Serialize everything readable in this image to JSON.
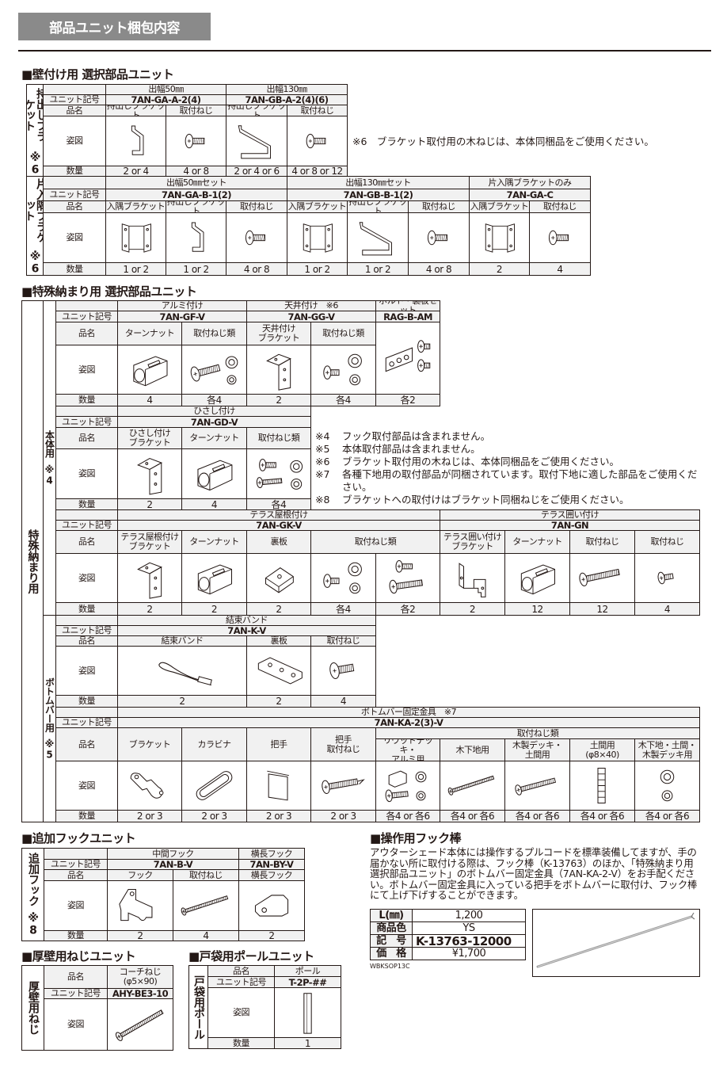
{
  "header": {
    "title": "部品ユニット梱包内容"
  },
  "labels": {
    "name": "品名",
    "code": "ユニット記号",
    "figure": "姿図",
    "qty": "数量"
  },
  "wall": {
    "title": "■壁付け用 選択部品ユニット",
    "note": "※6　ブラケット取付用の木ねじは、本体同梱品をご使用ください。",
    "projecting": {
      "side": "持出しブラケット",
      "side_note": "※6",
      "groups": [
        "出幅50㎜",
        "出幅130㎜"
      ],
      "codes": [
        "7AN-GA-A-2(4)",
        "7AN-GB-A-2(4)(6)"
      ],
      "items": [
        {
          "name": "持出しブラケット",
          "icon": "s-bracket-icon",
          "qty": "2 or 4"
        },
        {
          "name": "取付ねじ",
          "icon": "screw-icon",
          "qty": "4 or 8"
        },
        {
          "name": "持出しブラケット",
          "icon": "long-bracket-icon",
          "qty": "2 or 4 or 6"
        },
        {
          "name": "取付ねじ",
          "icon": "screw-icon",
          "qty": "4 or 8 or 12"
        }
      ]
    },
    "corner": {
      "side": "片入隅ブラケット",
      "side_note": "※6",
      "groups": [
        "出幅50㎜セット",
        "出幅130㎜セット",
        "片入隅ブラケットのみ"
      ],
      "codes": [
        "7AN-GA-B-1(2)",
        "7AN-GB-B-1(2)",
        "7AN-GA-C"
      ],
      "items": [
        {
          "name": "入隅ブラケット",
          "icon": "corner-bracket-icon",
          "qty": "1 or 2"
        },
        {
          "name": "持出しブラケット",
          "icon": "s-bracket-icon",
          "qty": "1 or 2"
        },
        {
          "name": "取付ねじ",
          "icon": "screw-icon",
          "qty": "4 or 8"
        },
        {
          "name": "入隅ブラケット",
          "icon": "corner-bracket-icon",
          "qty": "1 or 2"
        },
        {
          "name": "持出しブラケット",
          "icon": "long-bracket-icon",
          "qty": "1 or 2"
        },
        {
          "name": "取付ねじ",
          "icon": "screw-icon",
          "qty": "4 or 8"
        },
        {
          "name": "入隅ブラケット",
          "icon": "corner-bracket-icon",
          "qty": "2"
        },
        {
          "name": "取付ねじ",
          "icon": "screw-icon",
          "qty": "4"
        }
      ]
    }
  },
  "special": {
    "title": "■特殊納まり用 選択部品ユニット",
    "side": "特殊納まり用",
    "body_side": "本体用",
    "body_note": "※4",
    "bottom_side": "ボトムバー用",
    "bottom_note": "※5",
    "a": {
      "groups": [
        "アルミ付け",
        "天井付け　※6",
        "ボルト・裏板セット"
      ],
      "codes": [
        "7AN-GF-V",
        "7AN-GG-V",
        "RAG-B-AM"
      ],
      "items": [
        {
          "name": "ターンナット",
          "icon": "turn-nut-icon",
          "qty": "4"
        },
        {
          "name": "取付ねじ類",
          "icon": "screw-washer-icon",
          "qty": "各4"
        },
        {
          "name": "天井付け\nブラケット",
          "icon": "l-bracket-icon",
          "qty": "2"
        },
        {
          "name": "取付ねじ類",
          "icon": "short-screw-washer-icon",
          "qty": "各4"
        },
        {
          "name": "",
          "icon": "plate-bolt-icon",
          "qty": "各2"
        }
      ]
    },
    "b": {
      "groups": [
        "ひさし付け"
      ],
      "codes": [
        "7AN-GD-V"
      ],
      "items": [
        {
          "name": "ひさし付け\nブラケット",
          "icon": "l-bracket-icon",
          "qty": "2"
        },
        {
          "name": "ターンナット",
          "icon": "turn-nut-icon",
          "qty": "4"
        },
        {
          "name": "取付ねじ類",
          "icon": "screw-pair-washer-icon",
          "qty": "各4"
        }
      ]
    },
    "notes": [
      {
        "key": "※4",
        "text": "フック取付部品は含まれません。"
      },
      {
        "key": "※5",
        "text": "本体取付部品は含まれません。"
      },
      {
        "key": "※6",
        "text": "ブラケット取付用の木ねじは、本体同梱品をご使用ください。"
      },
      {
        "key": "※7",
        "text": "各種下地用の取付部品が同梱されています。取付下地に適した部品をご使用ください。"
      },
      {
        "key": "※8",
        "text": "ブラケットへの取付けはブラケット同梱ねじをご使用ください。"
      }
    ],
    "c": {
      "groups": [
        "テラス屋根付け",
        "テラス囲い付け"
      ],
      "codes": [
        "7AN-GK-V",
        "7AN-GN"
      ],
      "items": [
        {
          "name": "テラス屋根付け\nブラケット",
          "icon": "l-bracket-icon",
          "qty": "2"
        },
        {
          "name": "ターンナット",
          "icon": "turn-nut-icon",
          "qty": "2"
        },
        {
          "name": "裏板",
          "icon": "block-plate-icon",
          "qty": "2"
        },
        {
          "name": "取付ねじ類",
          "icon": "short-screw-washer-icon",
          "qty": "各4"
        },
        {
          "icon": "screw-pair-icon",
          "qty": "各2"
        },
        {
          "name": "テラス囲い付け\nブラケット",
          "icon": "terrace-bracket-icon",
          "qty": "2"
        },
        {
          "name": "ターンナット",
          "icon": "turn-nut-icon",
          "qty": "12"
        },
        {
          "name": "取付ねじ",
          "icon": "long-screw-icon",
          "qty": "12"
        },
        {
          "name": "取付ねじ",
          "icon": "small-screw-icon",
          "qty": "4"
        }
      ]
    },
    "d": {
      "groups": [
        "結束バンド"
      ],
      "codes": [
        "7AN-K-V"
      ],
      "items": [
        {
          "name": "結束バンド",
          "icon": "band-icon",
          "qty": "2"
        },
        {
          "name": "裏板",
          "icon": "notched-plate-icon",
          "qty": "2"
        },
        {
          "name": "取付ねじ",
          "icon": "flat-screw-icon",
          "qty": "4"
        }
      ]
    },
    "e": {
      "group": "ボトムバー固定金具　※7",
      "code": "7AN-KA-2(3)-V",
      "screws_header": "取付ねじ類",
      "items": [
        {
          "name": "ブラケット",
          "icon": "tab-bracket-icon",
          "qty": "2 or 3"
        },
        {
          "name": "カラビナ",
          "icon": "carabiner-icon",
          "qty": "2 or 3"
        },
        {
          "name": "把手",
          "icon": "handle-icon",
          "qty": "2 or 3"
        },
        {
          "name": "把手\n取付ねじ",
          "icon": "tapping-screw-icon",
          "qty": "2 or 3"
        },
        {
          "name": "リウッドデッキ・\nアルミ用",
          "icon": "nut-screw-washer-icon",
          "qty": "各4 or 各6"
        },
        {
          "name": "木下地用",
          "icon": "wood-screw-icon",
          "qty": "各4 or 各6"
        },
        {
          "name": "木製デッキ・\n土間用",
          "icon": "deck-screw-icon",
          "qty": "各4 or 各6"
        },
        {
          "name": "土間用\n(φ8×40)",
          "icon": "anchor-icon",
          "qty": "各4 or 各6"
        },
        {
          "name": "木下地・土間・\n木製デッキ用",
          "icon": "washer-pair-icon",
          "qty": "各4 or 各6"
        }
      ]
    }
  },
  "hook": {
    "title": "■追加フックユニット",
    "side": "追加フック",
    "side_note": "※8",
    "groups": [
      "中間フック",
      "横長フック"
    ],
    "codes": [
      "7AN-B-V",
      "7AN-BY-V"
    ],
    "items": [
      {
        "name": "フック",
        "icon": "hook-icon",
        "qty": "2"
      },
      {
        "name": "取付ねじ",
        "icon": "wood-screw-icon",
        "qty": "4"
      },
      {
        "name": "横長フック",
        "icon": "wide-hook-icon",
        "qty": "2"
      }
    ]
  },
  "thick": {
    "title": "■厚壁用ねじユニット",
    "side": "厚壁用ねじ",
    "name": "コーチねじ\n(φ5×90)",
    "code": "AHY-BE3-10",
    "icon": "coach-screw-icon"
  },
  "pole": {
    "title": "■戸袋用ポールユニット",
    "side": "戸袋用ポール",
    "name": "ポール",
    "code": "T-2P-##",
    "icon": "pole-icon",
    "qty": "1"
  },
  "rod": {
    "title": "■操作用フック棒",
    "description": "アウターシェード本体には操作するプルコードを標準装備してますが、手の届かない所に取付ける際は、フック棒（K-13763）のほか、「特殊納まり用選択部品ユニット」のボトムバー固定金具（7AN-KA-2-V）をお手配ください。ボトムバー固定金具に入っている把手をボトムバーに取付け、フック棒にて上げ下げすることができます。",
    "spec": [
      {
        "label": "L(㎜)",
        "value": "1,200"
      },
      {
        "label": "商品色",
        "value": "YS"
      },
      {
        "label": "記　号",
        "value": "K-13763-12000"
      },
      {
        "label": "価　格",
        "value": "¥1,700"
      }
    ],
    "footer": "WBKSOP13C",
    "icon": "hook-rod-icon"
  }
}
